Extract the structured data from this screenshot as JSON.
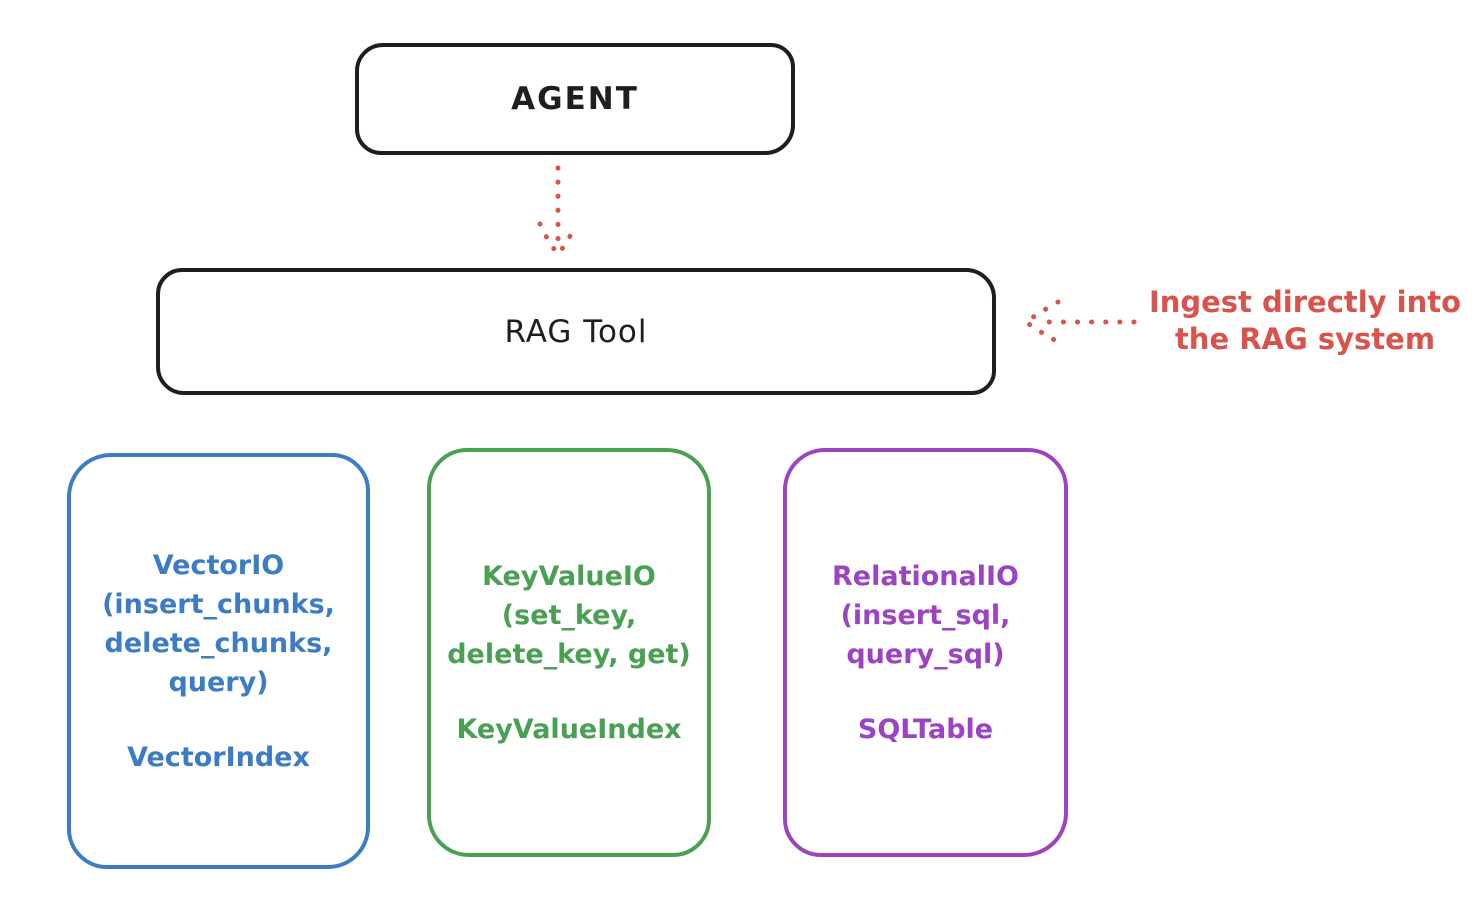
{
  "diagram": {
    "agent": {
      "label": "AGENT"
    },
    "rag_tool": {
      "label": "RAG Tool"
    },
    "annotation": {
      "line1": "Ingest directly into",
      "line2": "the RAG system",
      "color": "#d9534b"
    },
    "boxes": [
      {
        "id": "vector-io",
        "color": "#3b7cc4",
        "lines": [
          "VectorIO",
          "(insert_chunks,",
          "delete_chunks,",
          "query)"
        ],
        "index_label": "VectorIndex"
      },
      {
        "id": "keyvalue-io",
        "color": "#4aa052",
        "lines": [
          "KeyValueIO",
          "(set_key,",
          "delete_key, get)"
        ],
        "index_label": "KeyValueIndex"
      },
      {
        "id": "relational-io",
        "color": "#9c43c4",
        "lines": [
          "RelationalIO",
          "(insert_sql,",
          "query_sql)"
        ],
        "index_label": "SQLTable"
      }
    ],
    "colors": {
      "outline": "#1e1e1e",
      "arrow": "#d9534b",
      "background": "#ffffff"
    }
  }
}
